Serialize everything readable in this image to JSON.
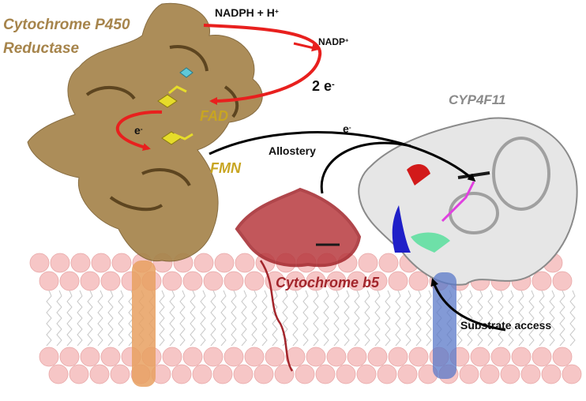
{
  "labels": {
    "reductase_line1": "Cytochrome P450",
    "reductase_line2": "Reductase",
    "nadph": "NADPH + H",
    "nadph_sup": "+",
    "nadp": "NADP",
    "nadp_sup": "+",
    "two_e": "2 e",
    "two_e_sup": "-",
    "fad": "FAD",
    "fmn": "FMN",
    "e_left": "e",
    "e_left_sup": "-",
    "e_right": "e",
    "e_right_sup": "-",
    "allostery": "Allostery",
    "cyp4f11": "CYP4F11",
    "cyt_b5": "Cytochrome b5",
    "substrate_access": "Substrate access"
  },
  "colors": {
    "reductase": "#a6844b",
    "cofactor": "#c8a522",
    "electron_arrow": "#e8201e",
    "cyp4f11": "#8a8a8a",
    "cyt_b5": "#a3262c",
    "membrane_head": "#f6c6c6"
  }
}
